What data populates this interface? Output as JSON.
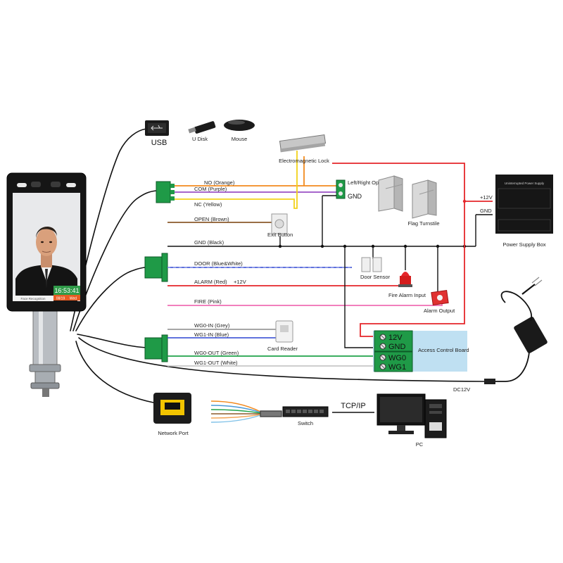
{
  "device": {
    "time": "16:53:41",
    "date": "08/19",
    "weekday": "Wed",
    "caption": "Face Recognition"
  },
  "usb": {
    "label": "USB",
    "u_disk_label": "U Disk",
    "mouse_label": "Mouse"
  },
  "relay": {
    "no_label": "NO  (Orange)",
    "com_label": "COM  (Purple)",
    "nc_label": "NC  (Yellow)",
    "em_lock_label": "Electromagnetic Lock",
    "left_right_open_label": "Left/Right Open",
    "gnd_label": "GND",
    "flag_turnstile_label": "Flag Turnstile"
  },
  "power": {
    "plus12v_label": "+12V",
    "gnd_label": "GND",
    "box_label": "Power Supply Box",
    "box_title": "Uninterrupted Power Supply"
  },
  "io": {
    "open_label": "OPEN  (Brown)",
    "exit_button_label": "Exit Button",
    "gnd_label": "GND  (Black)",
    "door_label": "DOOR  (Blue&White)",
    "door_sensor_label": "Door Sensor",
    "alarm_label": "ALARM  (Red)",
    "alarm_12v_label": "+12V",
    "fire_alarm_label": "Fire Alarm Input",
    "fire_label": "FIRE  (Pink)",
    "alarm_output_label": "Alarm Output"
  },
  "wiegand": {
    "wg0_in_label": "WG0-IN  (Grey)",
    "wg1_in_label": "WG1-IN  (Blue)",
    "card_reader_label": "Card Reader",
    "wg0_out_label": "WG0-OUT  (Green)",
    "wg1_out_label": "WG1-OUT  (White)"
  },
  "access_board": {
    "label": "Access Control Board",
    "t12v": "12V",
    "tgnd": "GND",
    "twg0": "WG0",
    "twg1": "WG1"
  },
  "dc_label": "DC12V",
  "network": {
    "port_label": "Network Port",
    "switch_label": "Switch",
    "tcpip_label": "TCP/IP",
    "pc_label": "PC"
  },
  "colors": {
    "orange": "#f28a1e",
    "purple": "#9a4fc4",
    "yellow": "#f2d21a",
    "brown": "#8b5a2b",
    "red": "#e5262a",
    "pink": "#f06eb4",
    "blue": "#4a5ed8",
    "grey": "#9a9a9a",
    "green": "#1fa24a",
    "board": "#bfe0f2"
  }
}
